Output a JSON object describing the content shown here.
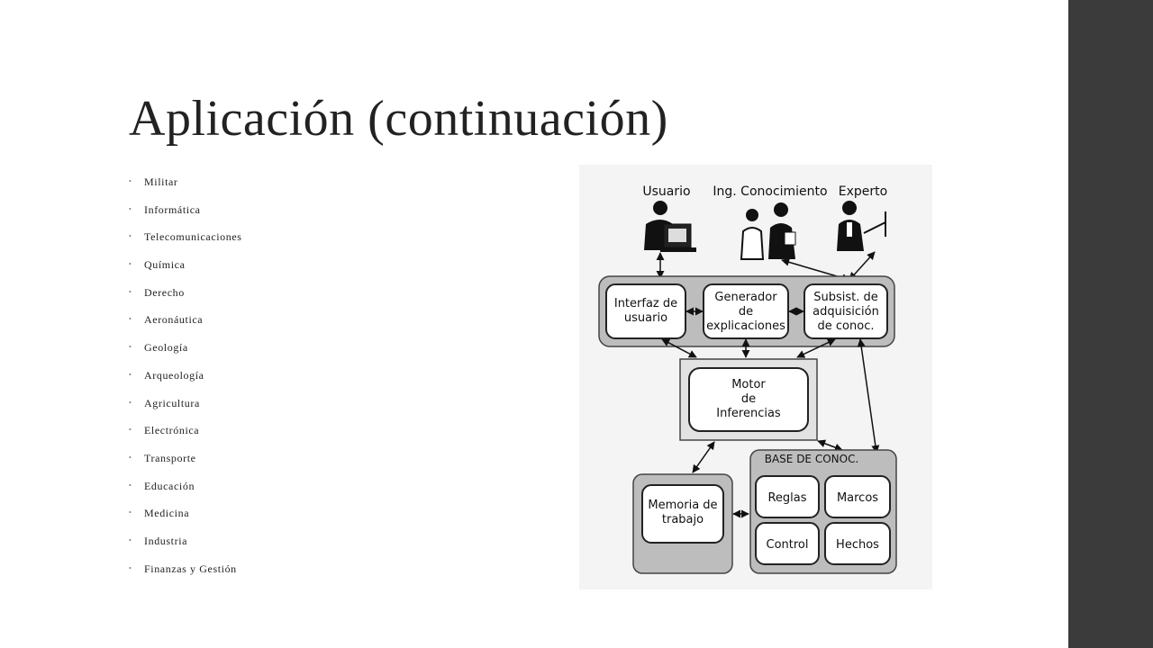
{
  "slide": {
    "title": "Aplicación (continuación)",
    "bullets": [
      "Militar",
      "Informática",
      "Telecomunicaciones",
      "Química",
      "Derecho",
      "Aeronáutica",
      "Geología",
      "Arqueología",
      "Agricultura",
      "Electrónica",
      "Transporte",
      "Educación",
      "Medicina",
      "Industria",
      "Finanzas y Gestión"
    ],
    "bullet_glyph": "•"
  },
  "diagram": {
    "actors": {
      "usuario": "Usuario",
      "ing": "Ing. Conocimiento",
      "experto": "Experto"
    },
    "interfaz": [
      "Interfaz de",
      "usuario"
    ],
    "generador": [
      "Generador",
      "de",
      "explicaciones"
    ],
    "subsist": [
      "Subsist. de",
      "adquisición",
      "de conoc."
    ],
    "motor": [
      "Motor",
      "de",
      "Inferencias"
    ],
    "memoria": [
      "Memoria de",
      "trabajo"
    ],
    "base_title": "BASE DE CONOC.",
    "reglas": "Reglas",
    "marcos": "Marcos",
    "control": "Control",
    "hechos": "Hechos"
  },
  "colors": {
    "side_panel": "#3b3b3b",
    "band_fill": "#bdbdbd",
    "box_fill": "#ffffff",
    "outer_fill": "#e2e2e2"
  }
}
